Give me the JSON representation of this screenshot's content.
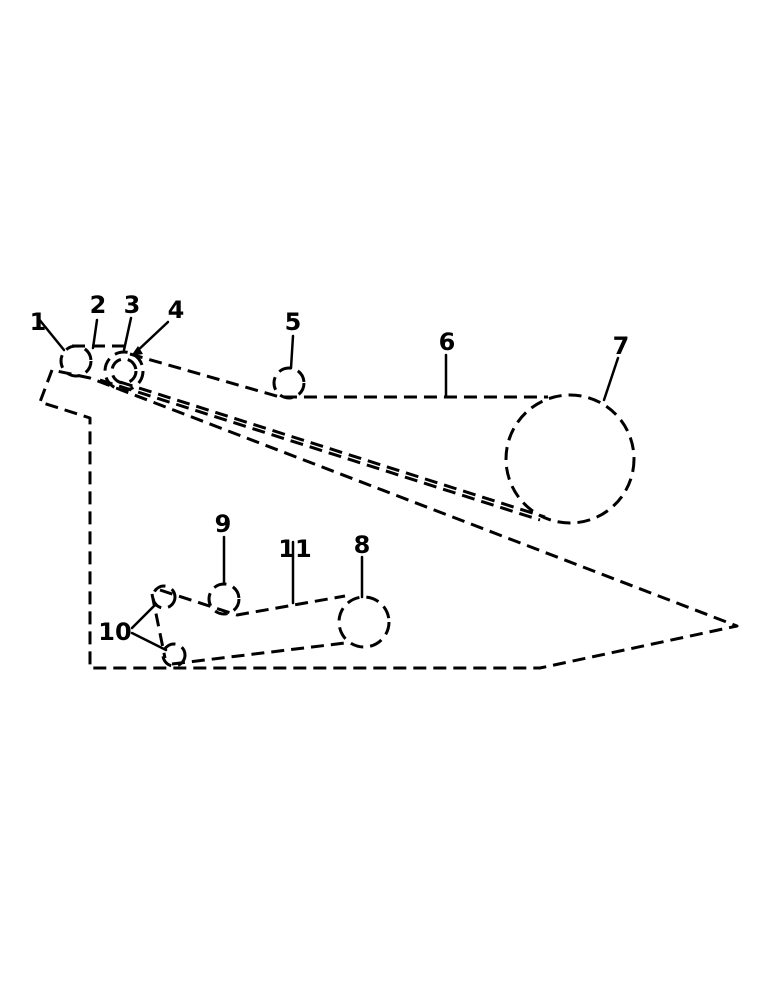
{
  "diagram": {
    "callouts": {
      "c1": "1",
      "c2": "2",
      "c3": "3",
      "c4": "4",
      "c5": "5",
      "c6": "6",
      "c7": "7",
      "c8": "8",
      "c9": "9",
      "c10": "10",
      "c11": "11"
    },
    "line_color": "#000000",
    "background": "#ffffff"
  }
}
